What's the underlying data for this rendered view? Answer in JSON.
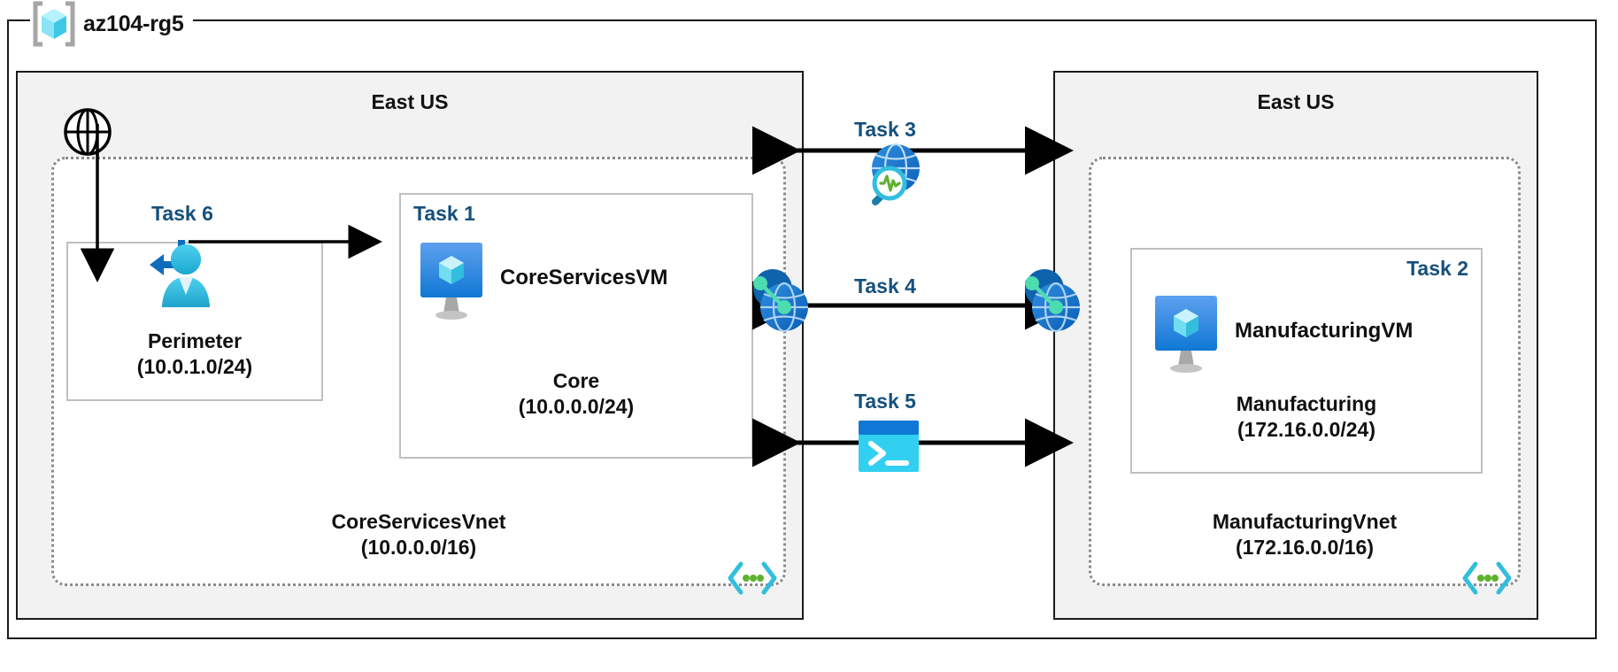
{
  "resource_group": {
    "name": "az104-rg5",
    "icon": "resource-group-icon"
  },
  "regions": [
    {
      "id": "left",
      "label": "East US"
    },
    {
      "id": "right",
      "label": "East US"
    }
  ],
  "left_region": {
    "label": "East US",
    "internet_icon": "globe-icon",
    "vnet": {
      "name": "CoreServicesVnet",
      "cidr": "(10.0.0.0/16)",
      "corner_icon": "virtual-network-icon"
    },
    "perimeter_subnet": {
      "task": "Task 6",
      "icon": "bastion-user-icon",
      "name": "Perimeter",
      "cidr": "(10.0.1.0/24)"
    },
    "core_subnet": {
      "task": "Task 1",
      "icon": "virtual-machine-icon",
      "vm_name": "CoreServicesVM",
      "name": "Core",
      "cidr": "(10.0.0.0/24)"
    },
    "peering_icon": "vnet-peering-icon"
  },
  "right_region": {
    "label": "East US",
    "vnet": {
      "name": "ManufacturingVnet",
      "cidr": "(172.16.0.0/16)",
      "corner_icon": "virtual-network-icon"
    },
    "manufacturing_subnet": {
      "task": "Task 2",
      "icon": "virtual-machine-icon",
      "vm_name": "ManufacturingVM",
      "name": "Manufacturing",
      "cidr": "(172.16.0.0/24)"
    },
    "peering_icon": "vnet-peering-icon"
  },
  "connectors": [
    {
      "id": "task3",
      "label": "Task 3",
      "icon": "network-watcher-icon",
      "direction": "bidirectional"
    },
    {
      "id": "task4",
      "label": "Task 4",
      "icon": "vnet-peering-icon",
      "direction": "bidirectional"
    },
    {
      "id": "task5",
      "label": "Task 5",
      "icon": "cloud-shell-icon",
      "direction": "bidirectional"
    }
  ],
  "colors": {
    "task_label": "#15507c",
    "region_fill": "#f2f2f2",
    "region_border": "#1a1a1a",
    "vnet_border": "#8a8a8a",
    "subnet_border": "#c0c0c0",
    "azure_blue": "#0078d4",
    "cyan": "#32bedd",
    "accent_green": "#5bd9a1",
    "connector": "#000000"
  }
}
